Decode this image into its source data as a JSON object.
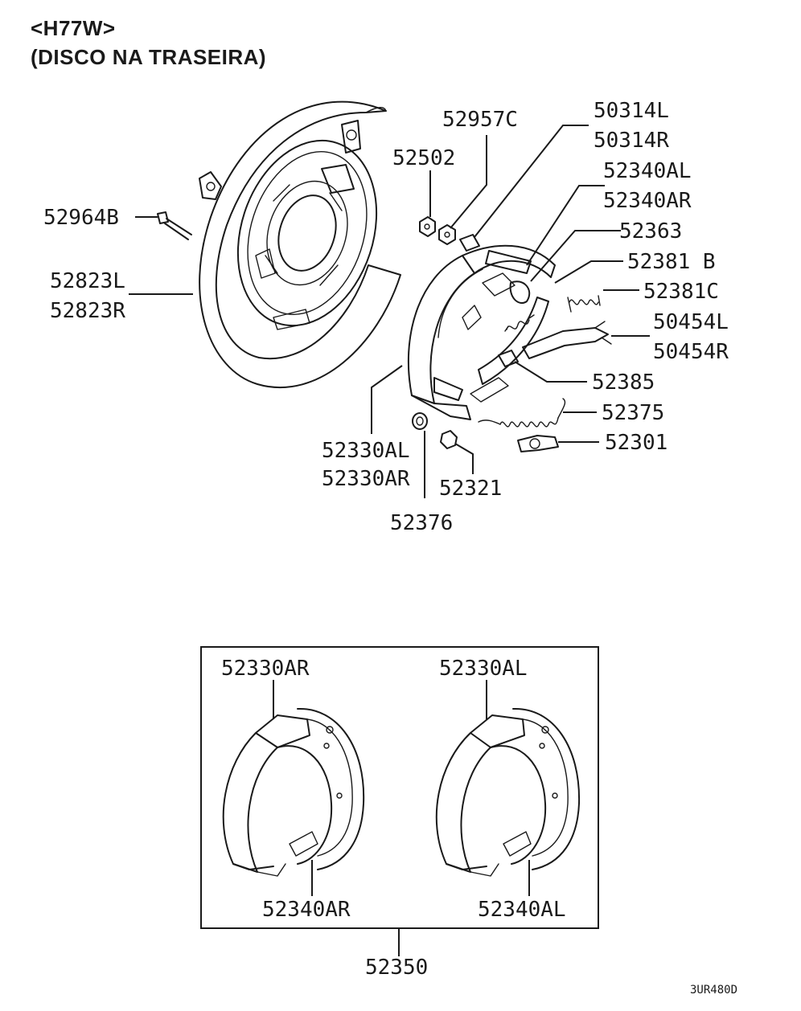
{
  "header": {
    "model": "<H77W>",
    "subtitle": "(DISCO NA TRASEIRA)"
  },
  "parts": {
    "p52964B": "52964B",
    "p52823L": "52823L",
    "p52823R": "52823R",
    "p52502": "52502",
    "p52957C": "52957C",
    "p50314L": "50314L",
    "p50314R": "50314R",
    "p52340AL": "52340AL",
    "p52340AR": "52340AR",
    "p52363": "52363",
    "p52381B": "52381 B",
    "p52381C": "52381C",
    "p50454L": "50454L",
    "p50454R": "50454R",
    "p52385": "52385",
    "p52375": "52375",
    "p52301": "52301",
    "p52330AL": "52330AL",
    "p52330AR": "52330AR",
    "p52321": "52321",
    "p52376": "52376"
  },
  "kit": {
    "shoe_r_label": "52330AR",
    "shoe_l_label": "52330AL",
    "lining_r_label": "52340AR",
    "lining_l_label": "52340AL",
    "kit_number": "52350"
  },
  "diagram_code": "3UR480D"
}
